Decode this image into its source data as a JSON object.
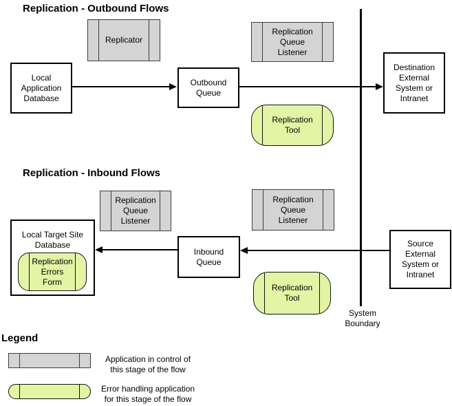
{
  "colors": {
    "component_fill": "#d4d4d4",
    "error_fill": "#e3f5a5",
    "line": "#000000"
  },
  "outbound": {
    "title": "Replication - Outbound Flows",
    "local_app_db": "Local\nApplication\nDatabase",
    "replicator": "Replicator",
    "outbound_queue": "Outbound\nQueue",
    "queue_listener": "Replication\nQueue\nListener",
    "replication_tool": "Replication\nTool",
    "destination": "Destination\nExternal\nSystem or\nIntranet"
  },
  "inbound": {
    "title": "Replication - Inbound Flows",
    "queue_listener_left": "Replication\nQueue\nListener",
    "queue_listener_right": "Replication\nQueue\nListener",
    "local_target_db": "Local Target Site\nDatabase",
    "errors_form": "Replication\nErrors\nForm",
    "inbound_queue": "Inbound\nQueue",
    "replication_tool": "Replication\nTool",
    "source": "Source\nExternal\nSystem or\nIntranet"
  },
  "boundary_label": "System\nBoundary",
  "legend": {
    "title": "Legend",
    "items": [
      {
        "shape": "gray-component",
        "label": "Application in control of\nthis stage of the flow"
      },
      {
        "shape": "green-error-component",
        "label": "Error handling application\nfor this stage of the flow"
      }
    ]
  }
}
